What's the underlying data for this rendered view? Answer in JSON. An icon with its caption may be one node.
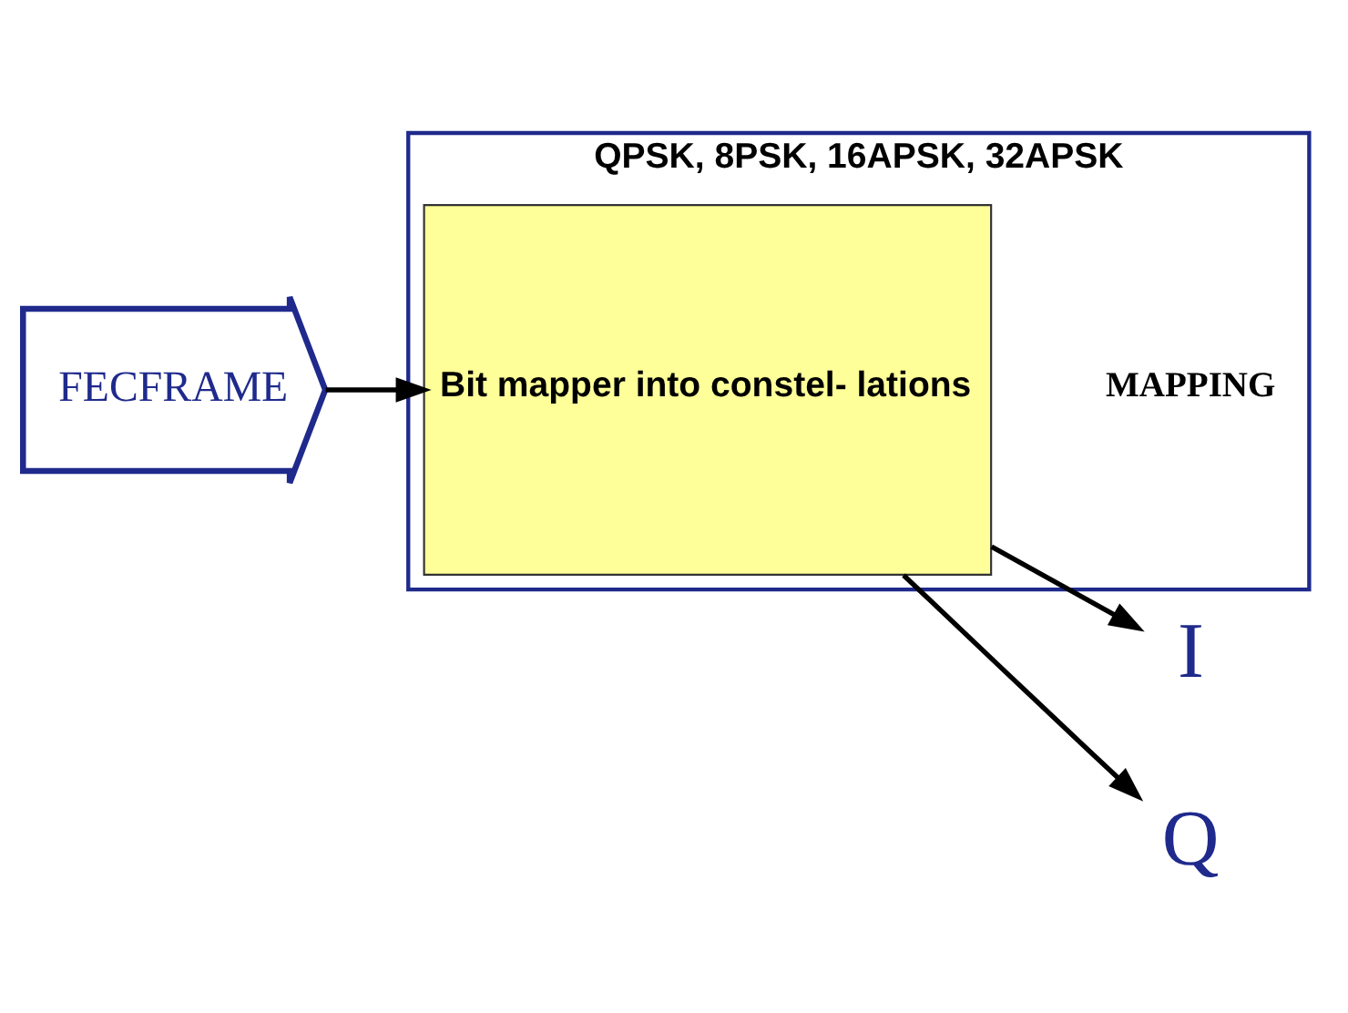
{
  "diagram": {
    "nodes": [
      {
        "text": [
          "QPSK, 8PSK, 16APSK, 32APSK",
          "MAPPING"
        ]
      },
      {
        "text": [
          "Bit mapper into constel- lations"
        ],
        "in": 0
      },
      {
        "text": [
          "FECFRAME"
        ]
      },
      {
        "text": [
          "I"
        ]
      },
      {
        "text": [
          "Q"
        ]
      }
    ],
    "edges": [
      {
        "from": 2,
        "to": 1,
        "arrow": "to"
      },
      {
        "from": 1,
        "to": 3,
        "arrow": "to"
      },
      {
        "from": 1,
        "to": 4,
        "arrow": "to"
      }
    ]
  }
}
